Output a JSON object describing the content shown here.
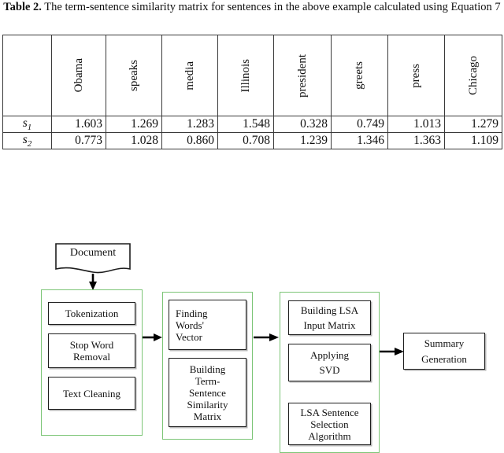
{
  "caption": {
    "label": "Table 2.",
    "text": " The term-sentence similarity matrix for sentences in the above example calculated using Equation 7"
  },
  "table": {
    "corner_header": "",
    "column_headers": [
      "Obama",
      "speaks",
      "media",
      "Illinois",
      "president",
      "greets",
      "press",
      "Chicago"
    ],
    "rows": [
      {
        "label": "s",
        "label_sub": "1",
        "values": [
          "1.603",
          "1.269",
          "1.283",
          "1.548",
          "0.328",
          "0.749",
          "1.013",
          "1.279"
        ]
      },
      {
        "label": "s",
        "label_sub": "2",
        "values": [
          "0.773",
          "1.028",
          "0.860",
          "0.708",
          "1.239",
          "1.346",
          "1.363",
          "1.109"
        ]
      }
    ]
  },
  "flowchart": {
    "document_node": "Document",
    "group1": {
      "boxes": [
        "Tokenization",
        "Stop Word\nRemoval",
        "Text Cleaning"
      ]
    },
    "group2": {
      "boxes": [
        "Finding\nWords'\nVector",
        "Building\nTerm-\nSentence\nSimilarity\nMatrix"
      ]
    },
    "group3": {
      "boxes": [
        "Building LSA\nInput Matrix",
        "Applying\nSVD",
        "LSA Sentence\nSelection\nAlgorithm"
      ]
    },
    "final_box": "Summary\nGeneration",
    "colors": {
      "group_border": "#7cc576",
      "box_border": "#1d1d1d",
      "arrow": "#000000",
      "table_border": "#3a3a3a"
    }
  }
}
